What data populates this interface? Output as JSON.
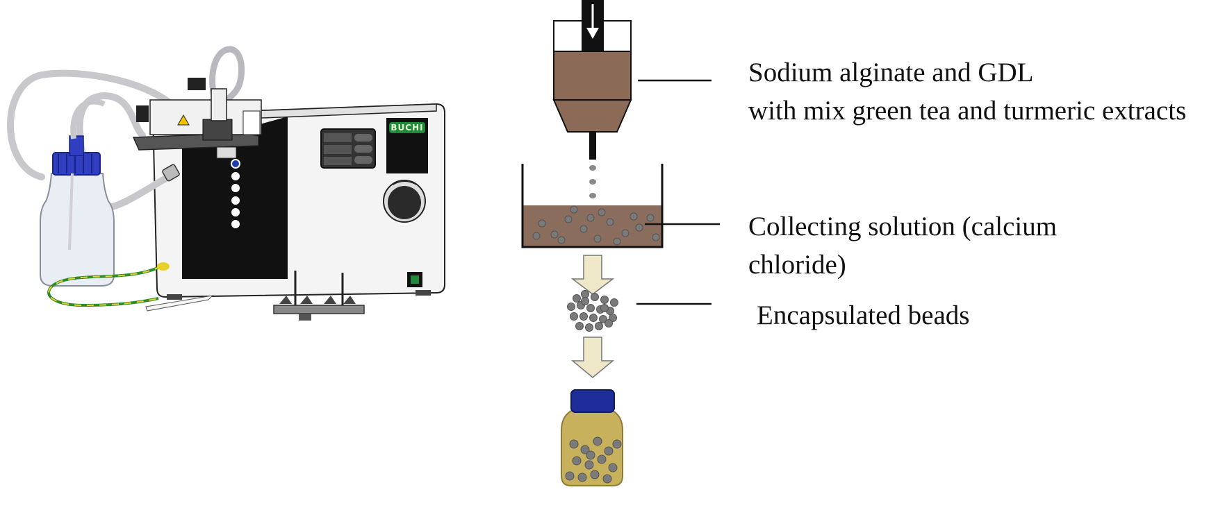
{
  "labels": {
    "alginate": [
      "Sodium alginate and GDL",
      "with mix green tea and turmeric extracts"
    ],
    "collecting": [
      "Collecting solution (calcium",
      "chloride)"
    ],
    "beads": "Encapsulated beads"
  },
  "device": {
    "brand": "BUCHI"
  },
  "colors": {
    "alginate_mix": "#8b6b58",
    "collecting_solution": "#8a6d5d",
    "arrow_fill": "#efe8c8",
    "jar_body": "#c8b15c",
    "jar_cap": "#1f2d9a",
    "bead": "#7a7a7a",
    "bottle_cap": "#2f3fc0",
    "panel_black": "#111111",
    "status_green": "#1e8a3a"
  },
  "icons": [
    "warning-icon",
    "nozzle-icon",
    "down-arrow-icon"
  ]
}
